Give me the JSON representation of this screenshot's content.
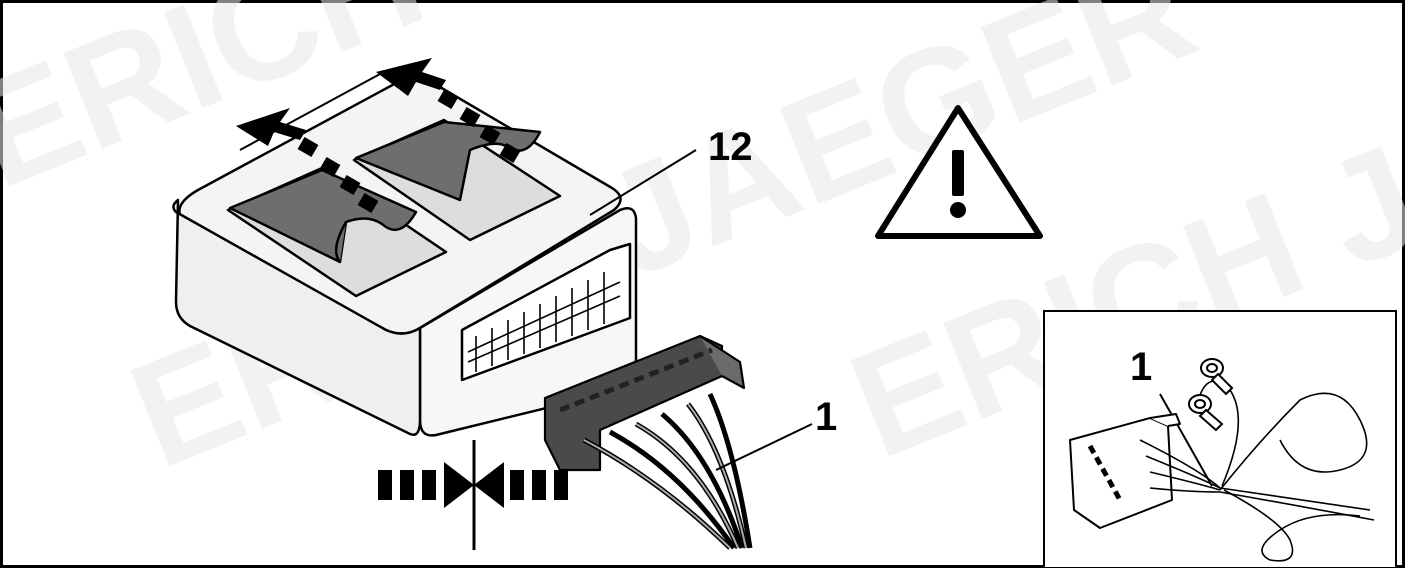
{
  "callouts": {
    "module_number": "12",
    "connector_number": "1",
    "inset_connector_number": "1"
  },
  "watermark": {
    "text_a": "ERICH JAEGER",
    "text_b": "ERICH JAEGER",
    "text_c": "ERICH JAEGER"
  },
  "icons": {
    "warning": "warning-triangle-icon",
    "remove_film": "peel-arrow-icon",
    "connect": "push-together-icon"
  },
  "colors": {
    "line": "#000000",
    "module_fill": "#f2f2f2",
    "pad_fill": "#6e6e6e",
    "connector_fill": "#4a4a4a",
    "watermark": "#e9e9e9"
  }
}
